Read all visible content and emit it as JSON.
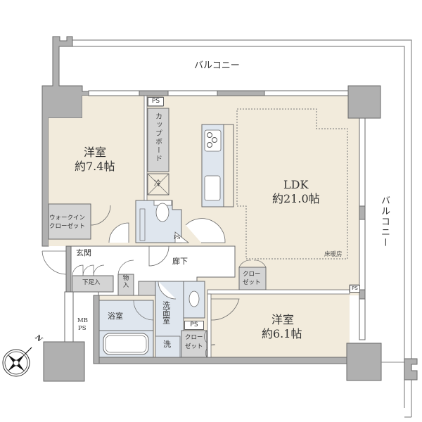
{
  "floorplan": {
    "colors": {
      "wall": "#b0b0b0",
      "room_floor": "#f2ebdc",
      "wet_area": "#dfe6ee",
      "storage": "#d4d4d4",
      "outline": "#6a6a6a",
      "balcony": "#ffffff"
    },
    "balcony_top": "バルコニー",
    "balcony_right": "バルコニー",
    "rooms": {
      "western_room_1": {
        "name": "洋室",
        "size": "約7.4帖"
      },
      "ldk": {
        "name": "LDK",
        "size": "約21.0帖"
      },
      "western_room_2": {
        "name": "洋室",
        "size": "約6.1帖"
      }
    },
    "labels": {
      "cupboard": "カップボード",
      "fridge": "冷",
      "walk_in_closet": "ウォークイン\nクローゼット",
      "walk_in_closet_line1": "ウォークイン",
      "walk_in_closet_line2": "クローゼット",
      "entrance": "玄関",
      "shoe_closet": "下足入",
      "storage": "物入",
      "hallway": "廊下",
      "closet_ldk_line1": "クロー",
      "closet_ldk_line2": "ゼット",
      "bathroom": "浴室",
      "washroom": "洗面室",
      "washing_machine": "洗",
      "closet_bed_line1": "クロー",
      "closet_bed_line2": "ゼット",
      "floor_heating": "床暖房",
      "mb": "MB",
      "mb_ps": "PS",
      "ps": "PS",
      "compass_north": "N"
    },
    "icons": [
      "compass-icon",
      "stove-icon",
      "sink-icon",
      "toilet-icon",
      "bathtub-icon",
      "washbasin-icon"
    ]
  }
}
